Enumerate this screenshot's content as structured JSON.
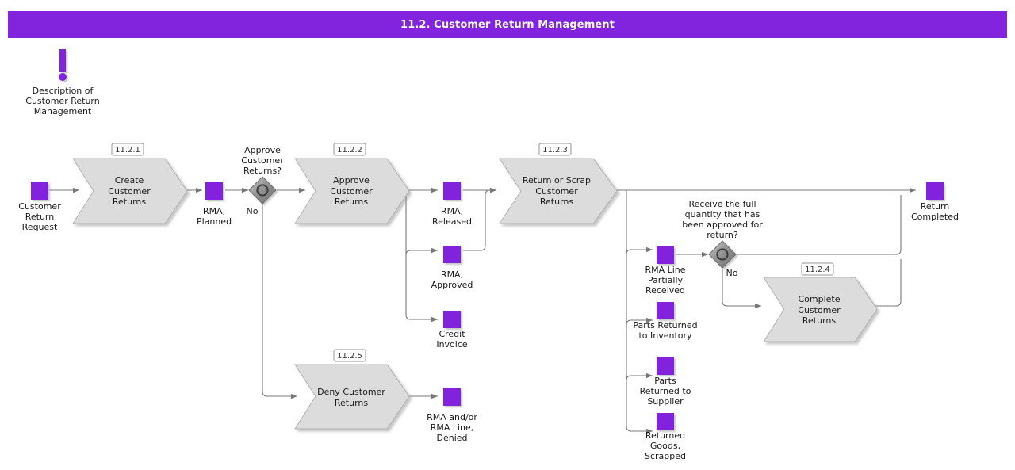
{
  "header": {
    "title": "11.2. Customer Return Management",
    "background_color": "#8223dd",
    "text_color": "#ffffff"
  },
  "annotation": {
    "icon": "exclamation-icon",
    "lines": [
      "Description of",
      "Customer Return",
      "Management"
    ],
    "color": "#8223dd"
  },
  "colors": {
    "accent": "#8223dd",
    "task_fill": "#dcdcdc",
    "task_stroke": "#b4b4b4",
    "line": "#787878",
    "gateway_fill": "#8c8c8c"
  },
  "tasks": [
    {
      "id": "t1",
      "badge": "11.2.1",
      "lines": [
        "Create",
        "Customer",
        "Returns"
      ]
    },
    {
      "id": "t2",
      "badge": "11.2.2",
      "lines": [
        "Approve",
        "Customer",
        "Returns"
      ]
    },
    {
      "id": "t3",
      "badge": "11.2.3",
      "lines": [
        "Return or Scrap",
        "Customer",
        "Returns"
      ]
    },
    {
      "id": "t4",
      "badge": "11.2.4",
      "lines": [
        "Complete",
        "Customer",
        "Returns"
      ]
    },
    {
      "id": "t5",
      "badge": "11.2.5",
      "lines": [
        "Deny Customer",
        "Returns"
      ]
    }
  ],
  "data_objects": [
    {
      "id": "d0",
      "lines": [
        "Customer",
        "Return",
        "Request"
      ]
    },
    {
      "id": "d1",
      "lines": [
        "RMA,",
        "Planned"
      ]
    },
    {
      "id": "d2",
      "lines": [
        "RMA,",
        "Released"
      ]
    },
    {
      "id": "d3",
      "lines": [
        "RMA,",
        "Approved"
      ]
    },
    {
      "id": "d4",
      "lines": [
        "Credit",
        "Invoice"
      ]
    },
    {
      "id": "d5",
      "lines": [
        "RMA and/or",
        "RMA Line,",
        "Denied"
      ]
    },
    {
      "id": "d6",
      "lines": [
        "RMA Line",
        "Partially",
        "Received"
      ]
    },
    {
      "id": "d7",
      "lines": [
        "Parts Returned",
        "to Inventory"
      ]
    },
    {
      "id": "d8",
      "lines": [
        "Parts",
        "Returned to",
        "Supplier"
      ]
    },
    {
      "id": "d9",
      "lines": [
        "Returned",
        "Goods,",
        "Scrapped"
      ]
    },
    {
      "id": "d10",
      "lines": [
        "Return",
        "Completed"
      ]
    }
  ],
  "gateways": [
    {
      "id": "g1",
      "question": [
        "Approve",
        "Customer",
        "Returns?"
      ],
      "no_label": "No"
    },
    {
      "id": "g2",
      "question": [
        "Receive the full",
        "quantity that has",
        "been approved for",
        "return?"
      ],
      "no_label": "No"
    }
  ]
}
